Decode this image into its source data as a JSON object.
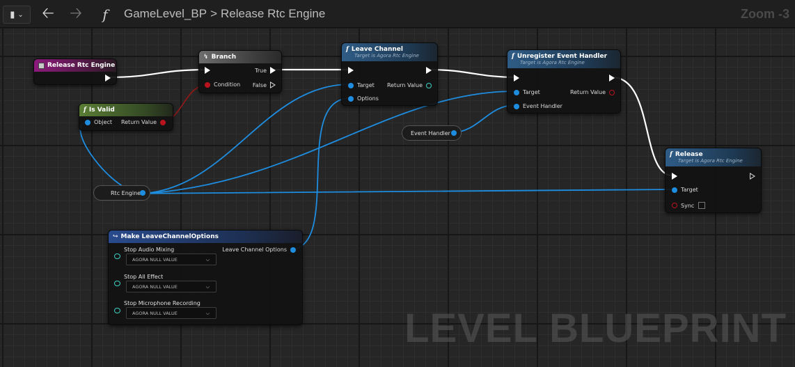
{
  "toolbar": {
    "breadcrumb_blueprint": "GameLevel_BP",
    "breadcrumb_function": "Release Rtc Engine",
    "zoom": "Zoom -3",
    "icons": [
      "bookmark-icon",
      "back-arrow-icon",
      "forward-arrow-icon",
      "function-icon"
    ]
  },
  "watermark": "LEVEL BLUEPRINT",
  "nodes": {
    "release_rtc_engine": {
      "title": "Release Rtc Engine"
    },
    "branch": {
      "title": "Branch",
      "condition": "Condition",
      "true": "True",
      "false": "False"
    },
    "is_valid": {
      "title": "Is Valid",
      "object": "Object",
      "return_value": "Return Value"
    },
    "leave_channel": {
      "title": "Leave Channel",
      "subtitle": "Target is Agora Rtc Engine",
      "target": "Target",
      "options": "Options",
      "return_value": "Return Value"
    },
    "unregister": {
      "title": "Unregister Event Handler",
      "subtitle": "Target is Agora Rtc Engine",
      "target": "Target",
      "event_handler": "Event Handler",
      "return_value": "Return Value"
    },
    "release": {
      "title": "Release",
      "subtitle": "Target is Agora Rtc Engine",
      "target": "Target",
      "sync": "Sync"
    },
    "event_handler_var": {
      "title": "Event Handler"
    },
    "rtc_engine_var": {
      "title": "Rtc Engine"
    },
    "make_options": {
      "title": "Make LeaveChannelOptions",
      "output": "Leave Channel Options",
      "fields": [
        {
          "label": "Stop Audio Mixing",
          "value": "AGORA NULL VALUE"
        },
        {
          "label": "Stop All Effect",
          "value": "AGORA NULL VALUE"
        },
        {
          "label": "Stop Microphone Recording",
          "value": "AGORA NULL VALUE"
        }
      ]
    }
  },
  "colors": {
    "exec_wire": "#ffffff",
    "object_wire": "#1e8de0",
    "bool_wire": "#8a1a1a",
    "event_header": "#8d1a7c",
    "function_header": "#2f5c86",
    "pure_header": "#5a7d35",
    "make_header": "#294b8d"
  }
}
